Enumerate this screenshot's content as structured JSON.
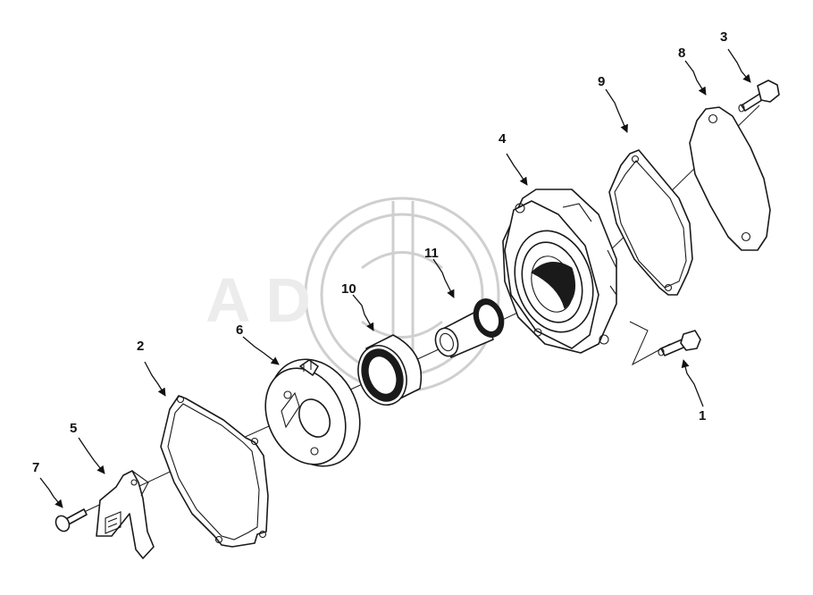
{
  "diagram": {
    "callouts": [
      {
        "id": "c1",
        "label": "1"
      },
      {
        "id": "c2",
        "label": "2"
      },
      {
        "id": "c3",
        "label": "3"
      },
      {
        "id": "c4",
        "label": "4"
      },
      {
        "id": "c5",
        "label": "5"
      },
      {
        "id": "c6",
        "label": "6"
      },
      {
        "id": "c7",
        "label": "7"
      },
      {
        "id": "c8",
        "label": "8"
      },
      {
        "id": "c9",
        "label": "9"
      },
      {
        "id": "c10",
        "label": "10"
      },
      {
        "id": "c11",
        "label": "11"
      }
    ],
    "watermark_text": "A  D",
    "colors": {
      "line": "#1a1a1a",
      "background": "#ffffff",
      "watermark": "#cfcfcf"
    }
  }
}
